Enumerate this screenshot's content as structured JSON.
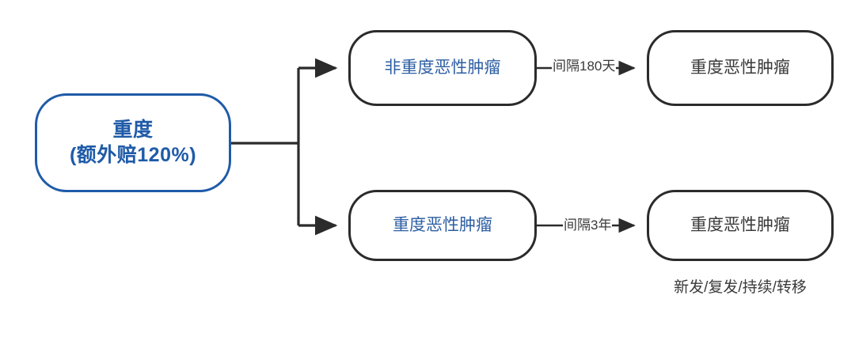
{
  "diagram": {
    "title_node": {
      "line1": "重度",
      "line2": "(额外赔120%)",
      "border_color": "#1f5ba8",
      "text_color": "#1f5ba8"
    },
    "nodes": [
      {
        "id": "nonsevere",
        "label": "非重度恶性肿瘤",
        "text_color": "#2e5fa3",
        "border_color": "#2b2b2b"
      },
      {
        "id": "severe_top",
        "label": "重度恶性肿瘤",
        "text_color": "#3a3a3a",
        "border_color": "#2b2b2b"
      },
      {
        "id": "severe_bot",
        "label": "重度恶性肿瘤",
        "text_color": "#2e5fa3",
        "border_color": "#2b2b2b"
      },
      {
        "id": "severe_bot2",
        "label": "重度恶性肿瘤",
        "text_color": "#3a3a3a",
        "border_color": "#2b2b2b"
      }
    ],
    "edge_labels": {
      "top": "间隔180天",
      "bottom": "间隔3年"
    },
    "captions": {
      "recurrence": "新发/复发/持续/转移"
    }
  }
}
